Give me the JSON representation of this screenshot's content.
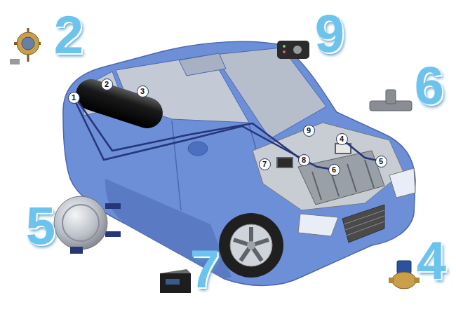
{
  "diagram": {
    "nodes": [
      {
        "text": [
          "1"
        ]
      },
      {
        "text": [
          "2"
        ]
      },
      {
        "text": [
          "3"
        ]
      },
      {
        "text": [
          "4"
        ]
      },
      {
        "text": [
          "5"
        ]
      },
      {
        "text": [
          "6"
        ]
      },
      {
        "text": [
          "7"
        ]
      },
      {
        "text": [
          "8"
        ]
      },
      {
        "text": [
          "9"
        ]
      }
    ],
    "labels": [
      "2",
      "9",
      "6",
      "5",
      "7",
      "4"
    ]
  }
}
